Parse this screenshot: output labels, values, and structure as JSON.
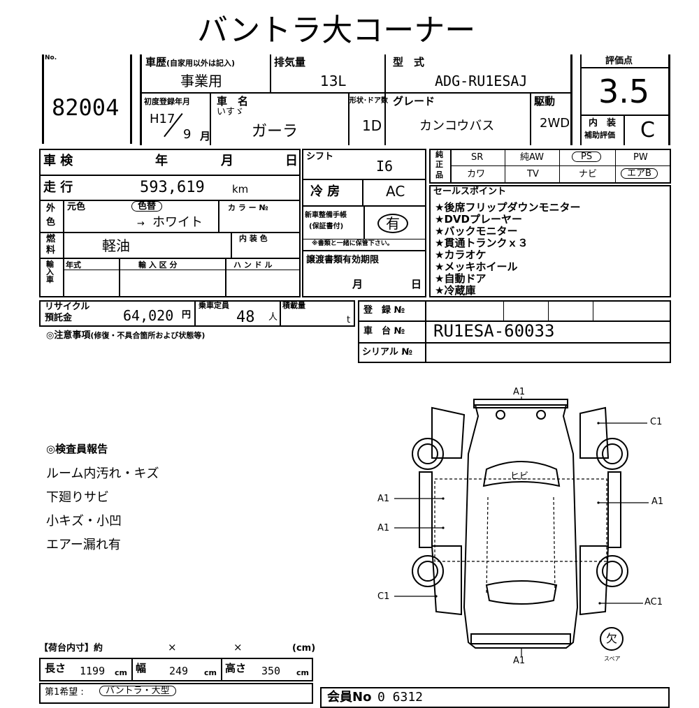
{
  "header": {
    "title": "バントラ大コーナー"
  },
  "lot": {
    "label": "No.",
    "number": "82004"
  },
  "history": {
    "label": "車歴",
    "sub": "(自家用以外は記入)",
    "value": "事業用"
  },
  "displacement": {
    "label": "排気量",
    "value": "13L"
  },
  "model": {
    "label": "型　式",
    "value": "ADG-RU1ESAJ"
  },
  "score": {
    "label": "評価点",
    "value": "3.5",
    "interior_label": "内　装",
    "interior_sub": "補助評価",
    "interior_value": "C"
  },
  "first_reg": {
    "label": "初度登録年月",
    "era": "H17",
    "month": "9",
    "month_unit": "月"
  },
  "car_name": {
    "label": "車　名",
    "maker": "いすゞ",
    "value": "ガーラ"
  },
  "doors": {
    "label": "形状･ドア数",
    "value": "1D"
  },
  "grade": {
    "label": "グレード",
    "value": "カンコウバス"
  },
  "drive": {
    "label": "駆動",
    "value": "2WD"
  },
  "inspection": {
    "label": "車 検",
    "year": "年",
    "month": "月",
    "day": "日"
  },
  "mileage": {
    "label": "走 行",
    "value": "593,619",
    "unit": "km"
  },
  "color": {
    "label_outer": "外",
    "label_outer2": "色",
    "orig_label": "元色",
    "repaint": "色替",
    "arrow": "→",
    "value": "ホワイト",
    "color_no_label": "カ ラ ー №"
  },
  "fuel": {
    "label1": "燃",
    "label2": "料",
    "value": "軽油",
    "interior_color_label": "内 装 色"
  },
  "import": {
    "label": "輸入車",
    "year_label": "年式",
    "type_label": "輸 入 区 分",
    "handle_label": "ハ ン ド ル"
  },
  "shift": {
    "label": "シフト",
    "value": "I6"
  },
  "ac": {
    "label": "冷 房",
    "value": "AC"
  },
  "manual": {
    "label1": "新車整備手帳",
    "label2": "(保証書付)",
    "value": "有",
    "note": "※書類と一緒に保管下さい。"
  },
  "transfer": {
    "label": "譲渡書類有効期限",
    "month": "月",
    "day": "日"
  },
  "equipment": {
    "label1": "純",
    "label2": "正",
    "label3": "品",
    "row1": [
      "SR",
      "純AW",
      "PS",
      "PW"
    ],
    "row2": [
      "カワ",
      "TV",
      "ナビ",
      "エアB"
    ]
  },
  "sales_points": {
    "title": "セールスポイント",
    "items": [
      "★後席フリップダウンモニター",
      "★DVDプレーヤー",
      "★バックモニター",
      "★貫通トランクｘ３",
      "★カラオケ",
      "★メッキホイール",
      "★自動ドア",
      "★冷蔵庫"
    ]
  },
  "recycle": {
    "label1": "リサイクル",
    "label2": "預託金",
    "value": "64,020",
    "unit": "円"
  },
  "capacity": {
    "label": "乗車定員",
    "value": "48",
    "unit": "人"
  },
  "load": {
    "label": "積載量",
    "unit": "t"
  },
  "registration": {
    "label": "登　録 №"
  },
  "chassis": {
    "label": "車　台 №",
    "value": "RU1ESA-60033"
  },
  "serial": {
    "label": "シリアル №"
  },
  "notes": {
    "label": "◎注意事項",
    "sub": "(修復・不具合箇所および状態等)"
  },
  "inspector": {
    "title": "◎検査員報告",
    "items": [
      "ルーム内汚れ・キズ",
      "下廻りサビ",
      "小キズ・小凹",
      "エアー漏れ有"
    ]
  },
  "diagram": {
    "labels": {
      "front": "A1",
      "rear": "A1",
      "left_top": "A1",
      "left_mid": "A1",
      "left_bottom": "C1",
      "right_top": "C1",
      "right_mid": "A1",
      "right_bottom": "AC1",
      "windshield": "ヒビ"
    },
    "spare": {
      "symbol": "欠",
      "label": "スペア"
    }
  },
  "cargo": {
    "title": "【荷台内寸】約",
    "x1": "×",
    "x2": "×",
    "unit": "(cm)",
    "length_label": "長さ",
    "length": "1199",
    "width_label": "幅",
    "width": "249",
    "height_label": "高さ",
    "height": "350",
    "cm": "cm"
  },
  "preference": {
    "label": "第1希望 :",
    "value": "バントラ・大型"
  },
  "member": {
    "label": "会員No",
    "value": "0 6312"
  }
}
